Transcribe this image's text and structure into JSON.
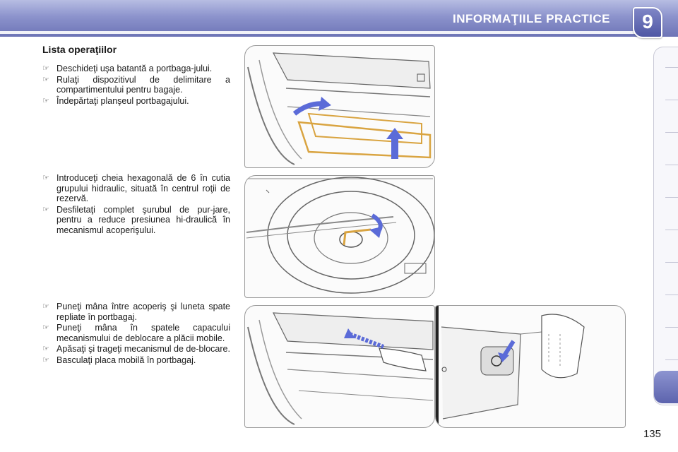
{
  "header": {
    "title": "INFORMAŢIILE PRACTICE",
    "chapter": "9"
  },
  "section": {
    "title": "Lista operaţiilor",
    "group1": [
      "Deschideţi uşa batantă a portbaga-jului.",
      "Rulaţi dispozitivul de delimitare a compartimentului pentru bagaje.",
      "Îndepărtaţi planşeul portbagajului."
    ],
    "group2": [
      "Introduceţi cheia hexagonală de 6 în cutia grupului hidraulic, situată în centrul roţii de rezervă.",
      "Desfiletaţi complet şurubul de pur-jare, pentru a reduce presiunea hi-draulică în mecanismul acoperişului."
    ],
    "group3": [
      "Puneţi mâna între acoperiş şi luneta spate repliate în portbagaj.",
      "Puneţi mâna în spatele capacului mecanismului de deblocare a plăcii mobile.",
      "Apăsaţi şi trageţi mecanismul de de-blocare.",
      "Basculaţi placa mobilă în portbagaj."
    ]
  },
  "icons": {
    "bullet": "☞",
    "bullet_name": "pointing-hand-icon"
  },
  "colors": {
    "header": "#6d74b6",
    "arrow": "#5b6bd8",
    "highlight": "#d9a441"
  },
  "page_number": "135"
}
